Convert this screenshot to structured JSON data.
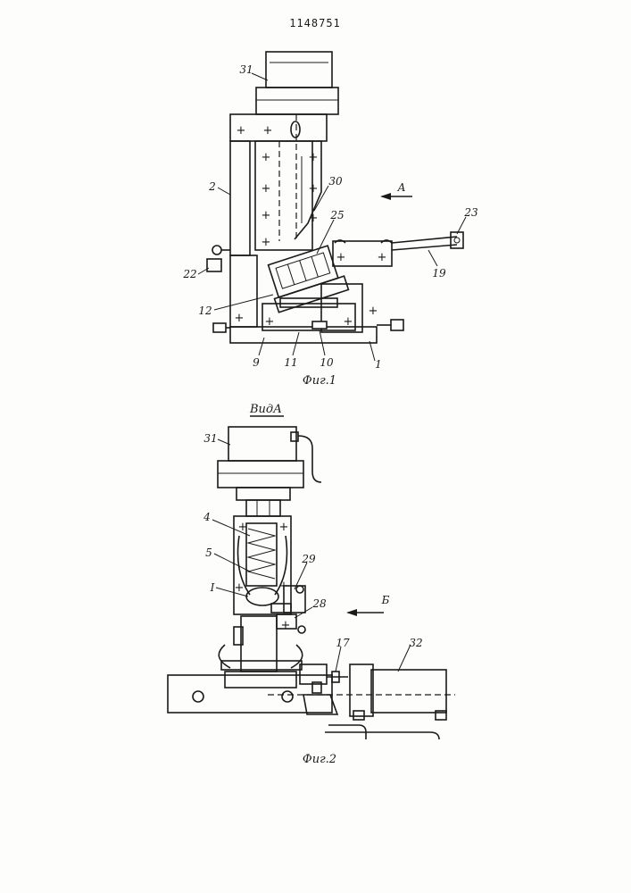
{
  "document": {
    "patent_number": "1148751",
    "view_heading": "ВидА"
  },
  "figure1": {
    "caption": "Фиг.1",
    "arrow_label": "А",
    "labels": [
      "31",
      "2",
      "30",
      "25",
      "23",
      "19",
      "22",
      "12",
      "9",
      "11",
      "10",
      "1"
    ]
  },
  "figure2": {
    "caption": "Фиг.2",
    "arrow_label": "Б",
    "labels": [
      "31",
      "4",
      "5",
      "29",
      "I",
      "28",
      "17",
      "32"
    ]
  }
}
